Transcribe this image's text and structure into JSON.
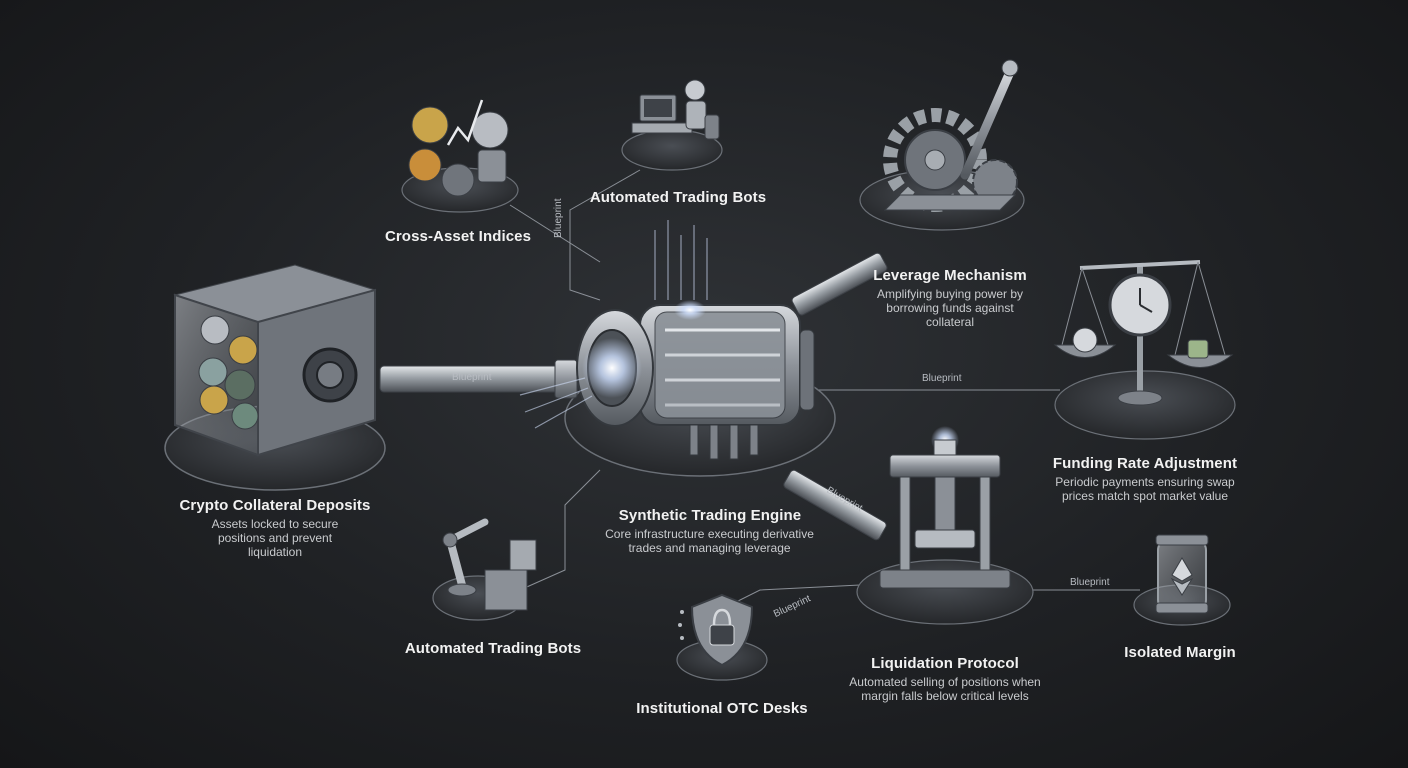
{
  "nodes": {
    "collateral": {
      "title": "Crypto Collateral Deposits",
      "desc": "Assets locked to secure positions and prevent liquidation"
    },
    "engine": {
      "title": "Synthetic Trading Engine",
      "desc": "Core infrastructure executing derivative trades and managing leverage"
    },
    "indices": {
      "title": "Cross-Asset Indices"
    },
    "bots_top": {
      "title": "Automated Trading Bots"
    },
    "bots_bottom": {
      "title": "Automated Trading Bots"
    },
    "leverage": {
      "title": "Leverage Mechanism",
      "desc": "Amplifying buying power by borrowing funds against collateral"
    },
    "funding": {
      "title": "Funding Rate Adjustment",
      "desc": "Periodic payments ensuring swap prices match spot market value"
    },
    "liquidation": {
      "title": "Liquidation Protocol",
      "desc": "Automated selling of positions when margin falls below critical levels"
    },
    "isolated": {
      "title": "Isolated Margin"
    },
    "otc": {
      "title": "Institutional OTC Desks"
    }
  },
  "edge_labels": {
    "pipe": "Blueprint",
    "bots_top": "Blueprint",
    "funding": "Blueprint",
    "liquidation": "Blueprint",
    "otc": "Blueprint",
    "isolated": "Blueprint"
  },
  "icons": {
    "collateral": "vault-icon",
    "engine": "engine-icon",
    "indices": "coins-chart-icon",
    "bots_top": "robot-computer-icon",
    "bots_bottom": "robotic-arm-icon",
    "leverage": "gear-lever-icon",
    "funding": "scale-clock-icon",
    "liquidation": "press-alarm-icon",
    "isolated": "capsule-icon",
    "otc": "shield-lock-icon"
  },
  "colors": {
    "background": "#1f2124",
    "text": "#f2f2f2",
    "muted": "#c9cbce",
    "metal": "#9ea3aa",
    "glow": "#dfe8ff"
  }
}
